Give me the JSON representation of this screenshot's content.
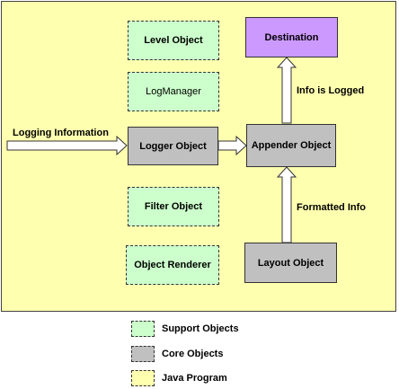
{
  "diagram": {
    "support_objects": [
      {
        "label": "Level Object"
      },
      {
        "label": "LogManager"
      },
      {
        "label": "Filter Object"
      },
      {
        "label": "Object Renderer"
      }
    ],
    "core_objects": {
      "logger": "Logger Object",
      "appender": "Appender Object",
      "layout": "Layout Object"
    },
    "destination": "Destination",
    "edge_labels": {
      "logging_information": "Logging Information",
      "info_is_logged": "Info is Logged",
      "formatted_info": "Formatted Info"
    }
  },
  "legend": [
    {
      "label": "Support Objects",
      "kind": "support"
    },
    {
      "label": "Core Objects",
      "kind": "core"
    },
    {
      "label": "Java Program",
      "kind": "program"
    }
  ],
  "colors": {
    "program": "#ffffb0",
    "support": "#ccffcc",
    "core": "#c0c0c0",
    "destination": "#cc99ff"
  }
}
